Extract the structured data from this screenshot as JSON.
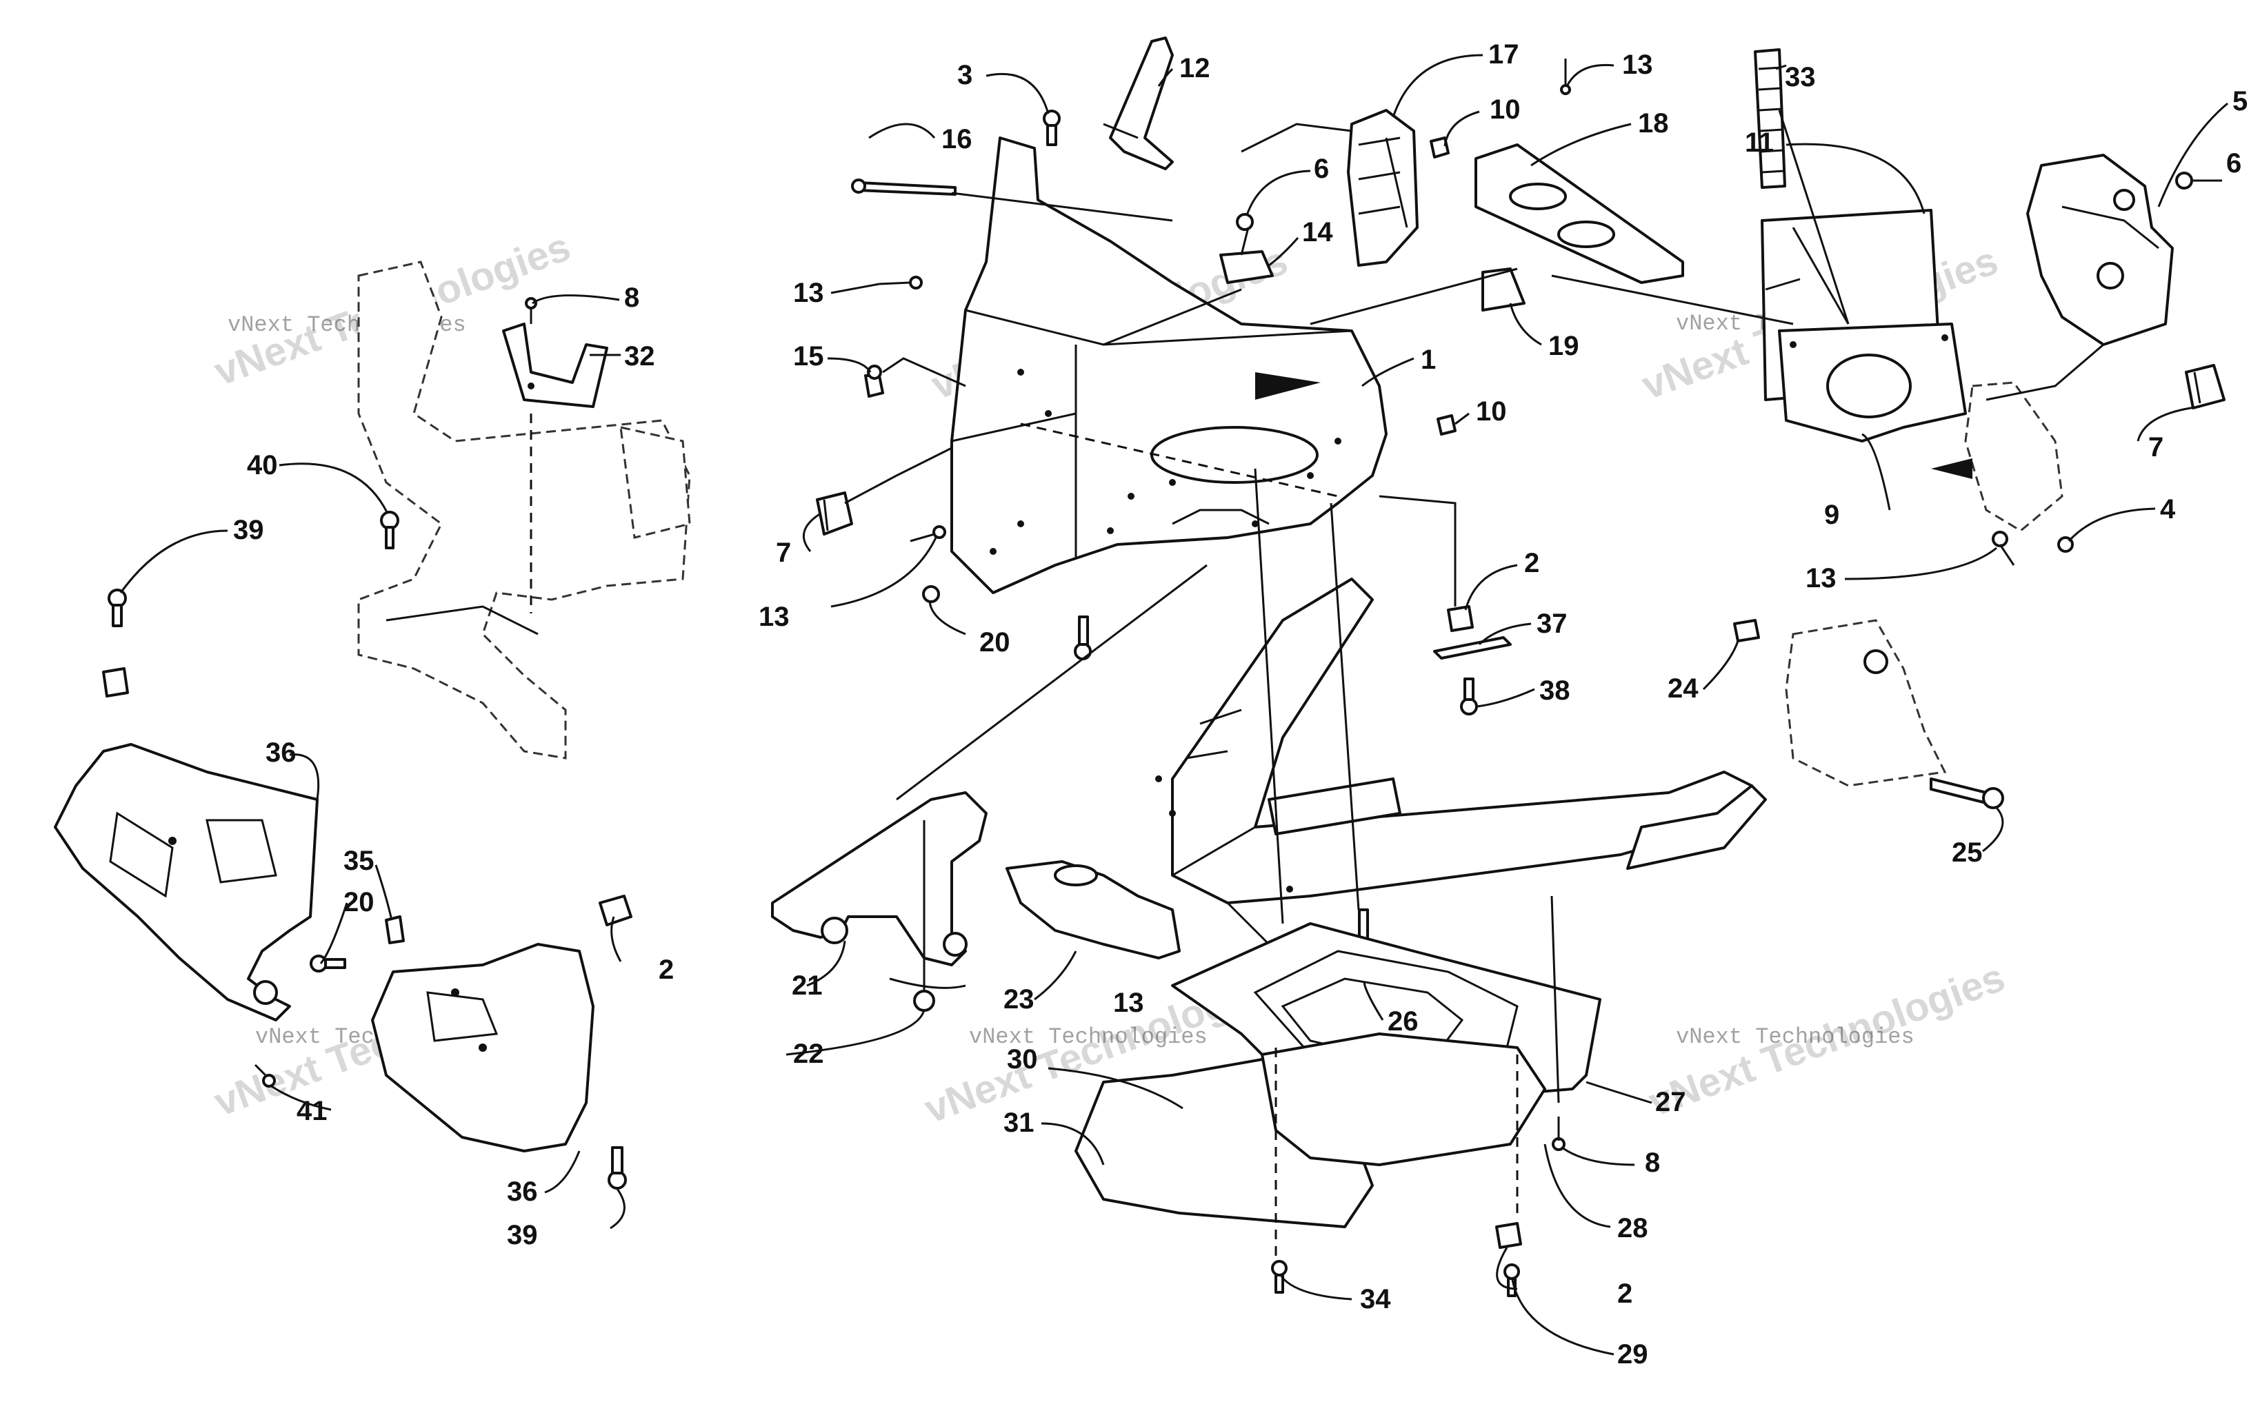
{
  "diagram": {
    "type": "exploded-parts-diagram",
    "background": "#ffffff",
    "line_color": "#111111",
    "watermark": {
      "line1": "vNext Technologies",
      "line2": "vNext Technologies"
    },
    "callouts": [
      {
        "id": "c1",
        "label": "1"
      },
      {
        "id": "c2a",
        "label": "2"
      },
      {
        "id": "c2b",
        "label": "2"
      },
      {
        "id": "c2c",
        "label": "2"
      },
      {
        "id": "c3",
        "label": "3"
      },
      {
        "id": "c4",
        "label": "4"
      },
      {
        "id": "c5",
        "label": "5"
      },
      {
        "id": "c6a",
        "label": "6"
      },
      {
        "id": "c6b",
        "label": "6"
      },
      {
        "id": "c7a",
        "label": "7"
      },
      {
        "id": "c7b",
        "label": "7"
      },
      {
        "id": "c8a",
        "label": "8"
      },
      {
        "id": "c8b",
        "label": "8"
      },
      {
        "id": "c9",
        "label": "9"
      },
      {
        "id": "c10a",
        "label": "10"
      },
      {
        "id": "c10b",
        "label": "10"
      },
      {
        "id": "c11",
        "label": "11"
      },
      {
        "id": "c12",
        "label": "12"
      },
      {
        "id": "c13a",
        "label": "13"
      },
      {
        "id": "c13b",
        "label": "13"
      },
      {
        "id": "c13c",
        "label": "13"
      },
      {
        "id": "c13d",
        "label": "13"
      },
      {
        "id": "c13e",
        "label": "13"
      },
      {
        "id": "c14",
        "label": "14"
      },
      {
        "id": "c15",
        "label": "15"
      },
      {
        "id": "c16",
        "label": "16"
      },
      {
        "id": "c17",
        "label": "17"
      },
      {
        "id": "c18",
        "label": "18"
      },
      {
        "id": "c19",
        "label": "19"
      },
      {
        "id": "c20a",
        "label": "20"
      },
      {
        "id": "c20b",
        "label": "20"
      },
      {
        "id": "c21",
        "label": "21"
      },
      {
        "id": "c22",
        "label": "22"
      },
      {
        "id": "c23",
        "label": "23"
      },
      {
        "id": "c24",
        "label": "24"
      },
      {
        "id": "c25",
        "label": "25"
      },
      {
        "id": "c26",
        "label": "26"
      },
      {
        "id": "c27",
        "label": "27"
      },
      {
        "id": "c28",
        "label": "28"
      },
      {
        "id": "c29",
        "label": "29"
      },
      {
        "id": "c30",
        "label": "30"
      },
      {
        "id": "c31",
        "label": "31"
      },
      {
        "id": "c32",
        "label": "32"
      },
      {
        "id": "c33",
        "label": "33"
      },
      {
        "id": "c34",
        "label": "34"
      },
      {
        "id": "c35",
        "label": "35"
      },
      {
        "id": "c36a",
        "label": "36"
      },
      {
        "id": "c36b",
        "label": "36"
      },
      {
        "id": "c37",
        "label": "37"
      },
      {
        "id": "c38",
        "label": "38"
      },
      {
        "id": "c39a",
        "label": "39"
      },
      {
        "id": "c39b",
        "label": "39"
      },
      {
        "id": "c40",
        "label": "40"
      },
      {
        "id": "c41",
        "label": "41"
      }
    ]
  }
}
